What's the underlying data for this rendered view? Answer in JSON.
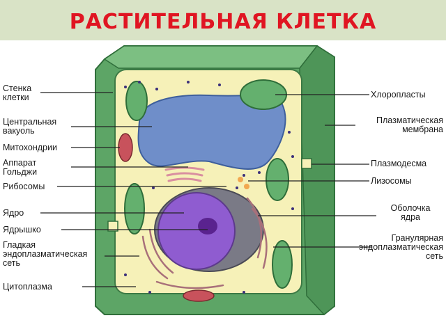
{
  "title": "РАСТИТЕЛЬНАЯ КЛЕТКА",
  "colors": {
    "title": "#e01522",
    "title_band": "#d9e3c6",
    "cell_wall": "#5da566",
    "cell_wall_dark": "#2f6e3a",
    "cytoplasm": "#f6f1b8",
    "vacuole": "#6f8ec9",
    "nucleus": "#8f5cd0",
    "nucleolus": "#5a238f",
    "chloroplast": "#64b06e",
    "mitochondrion": "#c8525c",
    "ribosome": "#3b2f7a",
    "er": "#a8707a"
  },
  "labels_left": [
    "Стенка\nклетки",
    "Центральная\nвакуоль",
    "Митохондрии",
    "Аппарат\nГольджи",
    "Рибосомы",
    "Ядро",
    "Ядрышко",
    "Гладкая\nэндоплазматическая\nсеть",
    "Цитоплазма"
  ],
  "labels_right": [
    "Хлоропласты",
    "Плазматическая\nмембрана",
    "Плазмодесма",
    "Лизосомы",
    "Оболочка\nядра",
    "Гранулярная\nэндоплазматическая\nсеть"
  ]
}
